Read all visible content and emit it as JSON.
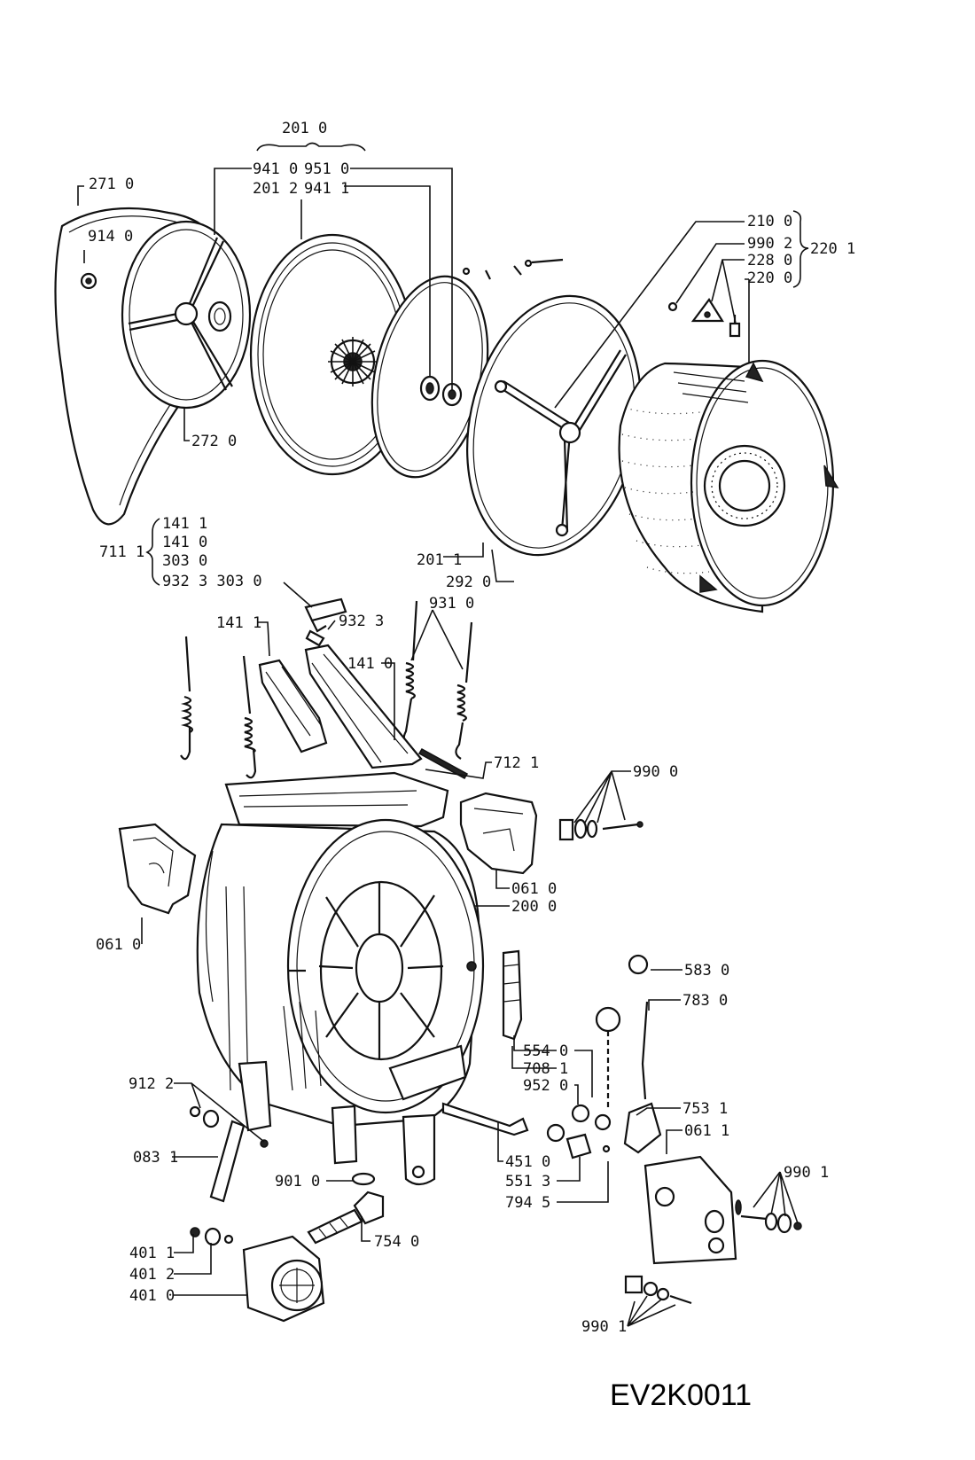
{
  "diagram_code": "EV2K0011",
  "labels": {
    "l2010": "201 0",
    "l2710": "271 0",
    "l9140": "914 0",
    "l9410": "941 0",
    "l9510": "951 0",
    "l2012": "201 2",
    "l9411": "941 1",
    "l2100": "210 0",
    "l9902": "990 2",
    "l2280": "228 0",
    "l2200": "220 0",
    "l2201": "220 1",
    "l2720": "272 0",
    "l7111": "711 1",
    "g1411": "141 1",
    "g1410": "141 0",
    "g3030": "303 0",
    "g9323": "932 3",
    "l9323_3030": "932 3 303 0",
    "l2011": "201 1",
    "l2920": "292 0",
    "l9310": "931 0",
    "l1411": "141 1",
    "l9323": "932 3",
    "l1410": "141 0",
    "l7121": "712 1",
    "l9900": "990 0",
    "l0610r": "061 0",
    "l2000": "200 0",
    "l0610l": "061 0",
    "l5830": "583 0",
    "l7830": "783 0",
    "l5540": "554 0",
    "l7081": "708 1",
    "l9520": "952 0",
    "l9122": "912 2",
    "l7531": "753 1",
    "l0611": "061 1",
    "l0831": "083 1",
    "l4510": "451 0",
    "l5513": "551 3",
    "l7945": "794 5",
    "l9010": "901 0",
    "l9901r": "990 1",
    "l4011": "401 1",
    "l4012": "401 2",
    "l4010": "401 0",
    "l7540": "754 0",
    "l9901b": "990 1"
  }
}
